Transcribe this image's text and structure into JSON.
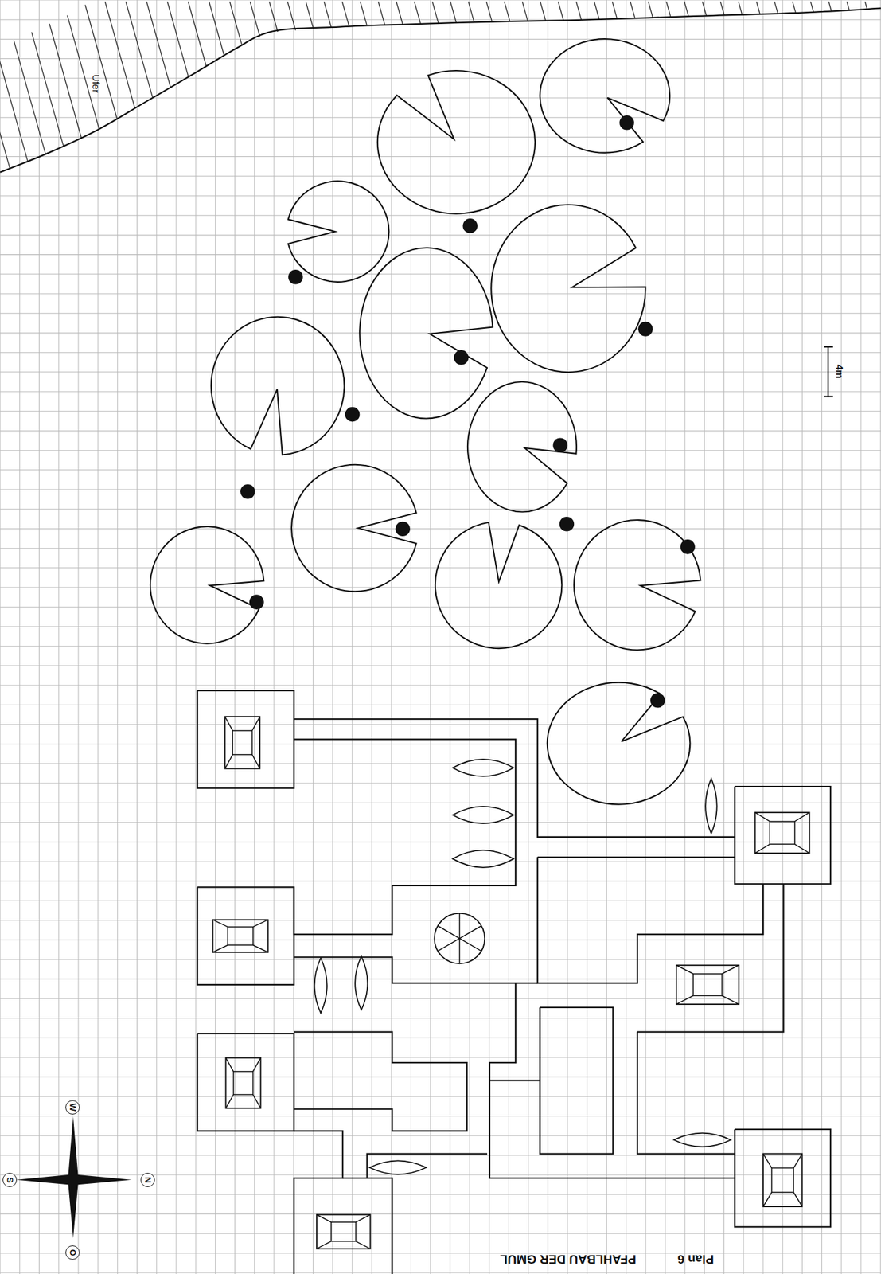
{
  "diagram": {
    "title": "PFAHLBAU DER GMUL",
    "nodes": [
      {
        "text": [
          "W"
        ]
      },
      {
        "text": [
          "N"
        ]
      },
      {
        "text": [
          "S"
        ]
      },
      {
        "text": [
          "O"
        ]
      }
    ],
    "labels": [
      "Ufer",
      "4m",
      "Plan 6"
    ]
  }
}
